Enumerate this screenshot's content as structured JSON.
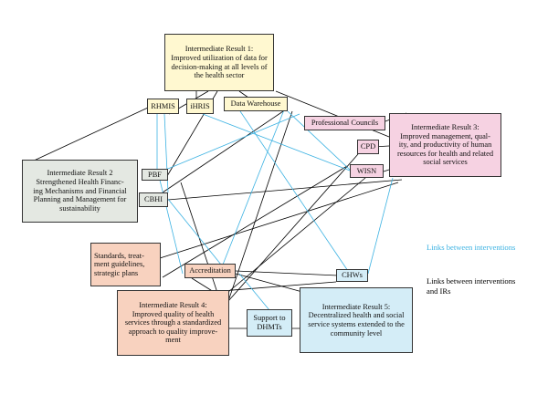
{
  "colors": {
    "ir1_fill": "#fff8d0",
    "ir2_fill": "#e4e8e2",
    "ir3_fill": "#f6d2e2",
    "ir4_fill": "#f8d2bf",
    "ir5_fill": "#d4edf7",
    "blue_link": "#3cb2e2",
    "black_link": "#000000"
  },
  "results": {
    "ir1": {
      "title": "Intermediate Result 1:",
      "lines": [
        "Improved utilization of data for",
        "decision-making at all levels of",
        "the health sector"
      ]
    },
    "ir2": {
      "title": "Intermediate Result 2",
      "lines": [
        "Strengthened Health Financ-",
        "ing Mechanisms and Financial",
        "Planning and Management for",
        "sustainability"
      ]
    },
    "ir3": {
      "title": "Intermediate Result 3:",
      "lines": [
        "Improved management, qual-",
        "ity, and productivity of human",
        "resources for health and related",
        "social services"
      ]
    },
    "ir4": {
      "title": "Intermediate Result 4:",
      "lines": [
        "Improved quality of health",
        "services through a standardized",
        "approach to quality improve-",
        "ment"
      ]
    },
    "ir5": {
      "title": "Intermediate Result 5:",
      "lines": [
        "Decentralized health and social",
        "service systems extended to the",
        "community level"
      ]
    }
  },
  "interventions": {
    "rhmis": "RHMIS",
    "ihris": "iHRIS",
    "warehouse": "Data Warehouse",
    "pbf": "PBF",
    "cbhi": "CBHI",
    "profcouncils": "Professional Councils",
    "cpd": "CPD",
    "wisn": "WISN",
    "standards": [
      "Standards, treat-",
      "ment guidelines,",
      "strategic plans"
    ],
    "accreditation": "Accreditation",
    "chws": "CHWs",
    "dhmt": [
      "Support to",
      "DHMTs"
    ]
  },
  "legend": {
    "blue": "Links between interventions",
    "black": [
      "Links between interventions",
      "and IRs"
    ]
  }
}
